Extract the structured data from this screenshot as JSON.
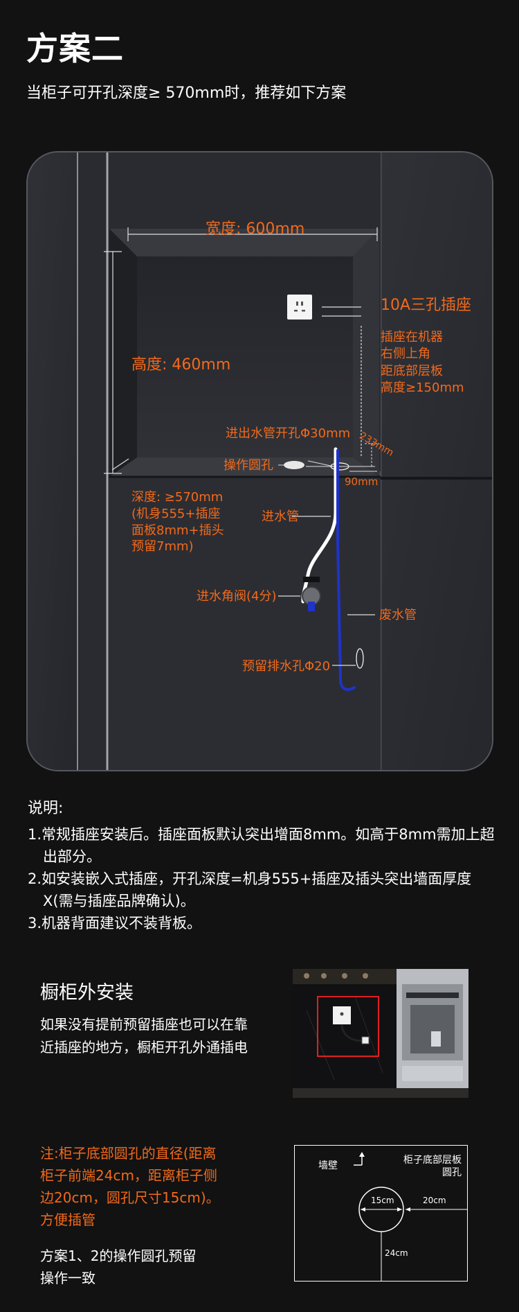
{
  "header": {
    "title": "方案二",
    "subtitle": "当柜子可开孔深度≥ 570mm时，推荐如下方案"
  },
  "diagram": {
    "width_label": "宽度: 600mm",
    "height_label": "高度: 460mm",
    "socket_title": "10A三孔插座",
    "socket_desc": "插座在机器\n右侧上角\n距底部层板\n高度≥150mm",
    "pipe_hole": "进出水管开孔Φ30mm",
    "dim_233": "233mm",
    "dim_90": "90mm",
    "operate_hole": "操作圆孔",
    "depth_desc": "深度: ≥570mm\n(机身555+插座\n面板8mm+插头\n预留7mm)",
    "inlet_pipe": "进水管",
    "angle_valve": "进水角阀(4分)",
    "waste_pipe": "废水管",
    "drain_hole": "预留排水孔Φ20",
    "colors": {
      "accent": "#f26a1b",
      "inlet": "#ffffff",
      "waste": "#1f33c8"
    }
  },
  "notes": {
    "heading": "说明:",
    "items": [
      "1.常规插座安装后。插座面板默认突出增面8mm。如高于8mm需加上超出部分。",
      "2.如安装嵌入式插座，开孔深度=机身555+插座及插头突出墙面厚度X(需与插座品牌确认)。",
      "3.机器背面建议不装背板。"
    ]
  },
  "external": {
    "heading": "橱柜外安装",
    "text": "如果没有提前预留插座也可以在靠近插座的地方，橱柜开孔外通插电"
  },
  "bottom": {
    "orange_note": "注:柜子底部圆孔的直径(距离柜子前端24cm，距离柜子侧边20cm，圆孔尺寸15cm)。方便插管",
    "white_note": "方案1、2的操作圆孔预留操作一致",
    "plan": {
      "wall": "墙壁",
      "board": "柜子底部层板\n圆孔",
      "d15": "15cm",
      "d20": "20cm",
      "d24": "24cm"
    }
  }
}
